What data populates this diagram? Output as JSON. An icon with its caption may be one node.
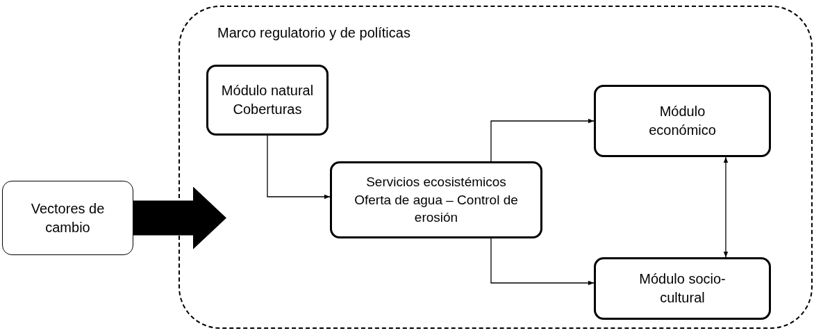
{
  "diagram": {
    "nodes": [
      {
        "text": [
          "Marco regulatorio y de políticas"
        ]
      },
      {
        "text": [
          "Módulo natural Coberturas"
        ],
        "in": 0
      },
      {
        "text": [
          "Servicios ecosistémicos",
          "Oferta de agua – Control de erosión"
        ],
        "in": 0
      },
      {
        "text": [
          "Módulo económico"
        ],
        "in": 0
      },
      {
        "text": [
          "Módulo socio-cultural"
        ],
        "in": 0
      },
      {
        "text": [
          "Vectores de cambio"
        ]
      }
    ],
    "edges": [
      {
        "from": 5,
        "to": 0,
        "arrow": "to",
        "style": "thick"
      },
      {
        "from": 1,
        "to": 2,
        "arrow": "to"
      },
      {
        "from": 2,
        "to": 3,
        "arrow": "to"
      },
      {
        "from": 2,
        "to": 4,
        "arrow": "to"
      },
      {
        "from": 3,
        "to": 4,
        "arrow": "both"
      }
    ]
  }
}
